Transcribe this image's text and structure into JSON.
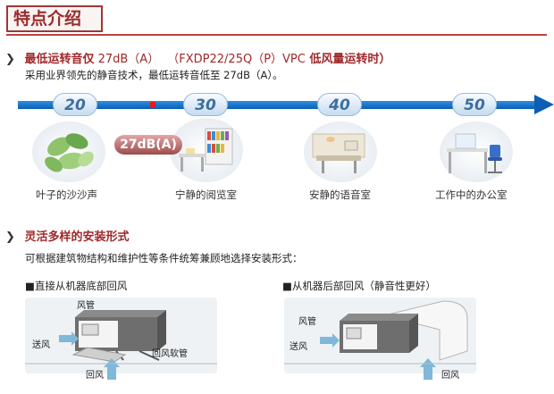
{
  "page": {
    "title": "特点介绍"
  },
  "section1": {
    "heading_prefix": "最低运转音仅",
    "heading_value": " 27dB（A）",
    "heading_model": "（FXDP22/25Q（P）VPC",
    "heading_suffix": " 低风量运转时）",
    "description": "采用业界领先的静音技术，最低运转音低至 27dB（A）。",
    "badge": "27dB(A)",
    "levels": [
      {
        "value": "20",
        "label": "叶子的沙沙声"
      },
      {
        "value": "30",
        "label": "宁静的阅览室"
      },
      {
        "value": "40",
        "label": "安静的语音室"
      },
      {
        "value": "50",
        "label": "工作中的办公室"
      }
    ]
  },
  "section2": {
    "heading": "灵活多样的安装形式",
    "description": "可根据建筑物结构和维护性等条件统筹兼顾地选择安装形式：",
    "options": [
      {
        "title": "■直接从机器底部回风",
        "duct_label": "风管",
        "supply_label": "送风",
        "return_label": "回风",
        "hose_label": "回风软管"
      },
      {
        "title": "■从机器后部回风（静音性更好）",
        "duct_label": "风管",
        "supply_label": "送风",
        "return_label": "回风"
      }
    ]
  },
  "colors": {
    "accent_red": "#a0282a",
    "timeline_blue": "#0b5fb5",
    "badge_red": "#9c4c4c",
    "air_blue": "#7fb8d8"
  }
}
